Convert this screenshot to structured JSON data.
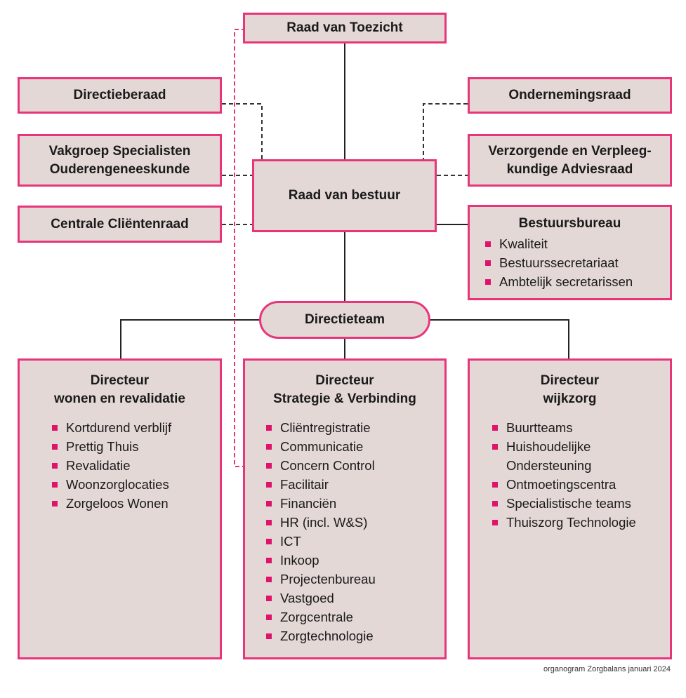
{
  "colors": {
    "box_fill": "#e3d8d5",
    "box_border": "#e8357a",
    "bullet": "#e0136b",
    "solid_line": "#222222",
    "dashed_line": "#333333",
    "pink_dashed_line": "#e8357a"
  },
  "nodes": {
    "raad_van_toezicht": "Raad van Toezicht",
    "directieberaad": "Directieberaad",
    "vakgroep": [
      "Vakgroep Specialisten",
      "Ouderengeneeskunde"
    ],
    "centrale_clientenraad": "Centrale Cliëntenraad",
    "ondernemingsraad": "Ondernemingsraad",
    "vva": [
      "Verzorgende en Verpleeg-",
      "kundige Adviesraad"
    ],
    "raad_van_bestuur": "Raad van bestuur",
    "bestuursbureau": {
      "title": "Bestuursbureau",
      "items": [
        "Kwaliteit",
        "Bestuurssecretariaat",
        "Ambtelijk secretarissen"
      ]
    },
    "directieteam": "Directieteam",
    "directeur_wonen": {
      "title": [
        "Directeur",
        "wonen en revalidatie"
      ],
      "items": [
        "Kortdurend verblijf",
        "Prettig Thuis",
        "Revalidatie",
        "Woonzorglocaties",
        "Zorgeloos Wonen"
      ]
    },
    "directeur_strategie": {
      "title": [
        "Directeur",
        "Strategie & Verbinding"
      ],
      "items": [
        "Cliëntregistratie",
        "Communicatie",
        "Concern Control",
        "Facilitair",
        "Financiën",
        "HR (incl. W&S)",
        "ICT",
        "Inkoop",
        "Projectenbureau",
        "Vastgoed",
        "Zorgcentrale",
        "Zorgtechnologie"
      ]
    },
    "directeur_wijkzorg": {
      "title": [
        "Directeur",
        "wijkzorg"
      ],
      "items": [
        "Buurtteams",
        "Huishoudelijke Ondersteuning",
        "Ontmoetingscentra",
        "Specialistische teams",
        "Thuiszorg Technologie"
      ]
    }
  },
  "footer": "organogram Zorgbalans januari 2024"
}
